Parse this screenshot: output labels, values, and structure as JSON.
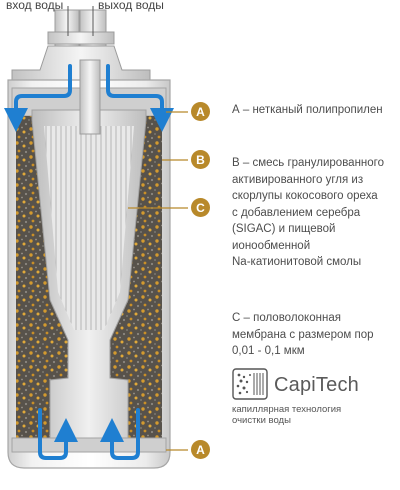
{
  "labels": {
    "water_in": "вход воды",
    "water_out": "выход воды"
  },
  "callouts": [
    {
      "letter": "A"
    },
    {
      "letter": "B"
    },
    {
      "letter": "C"
    },
    {
      "letter": "A"
    }
  ],
  "descriptions": {
    "a": [
      "А – нетканый полипропилен"
    ],
    "b": [
      "В – смесь гранулированного",
      "активированного угля из",
      "скорлупы кокосового ореха",
      "с добавлением серебра",
      "(SIGAC) и пищевой",
      "ионообменной",
      "Na-катионитовой смолы"
    ],
    "c": [
      "С – половолоконная",
      "мембрана с размером пор",
      "0,01 - 0,1 мкм"
    ]
  },
  "logo": {
    "name": "CapiTech",
    "caption": [
      "капиллярная технология",
      "очистки воды"
    ]
  },
  "colors": {
    "callout": "#b8892a",
    "arrow": "#1f7fd1",
    "housing": "#d6d6d6",
    "carbon": "#57524b",
    "granule": "#d39a2f"
  }
}
